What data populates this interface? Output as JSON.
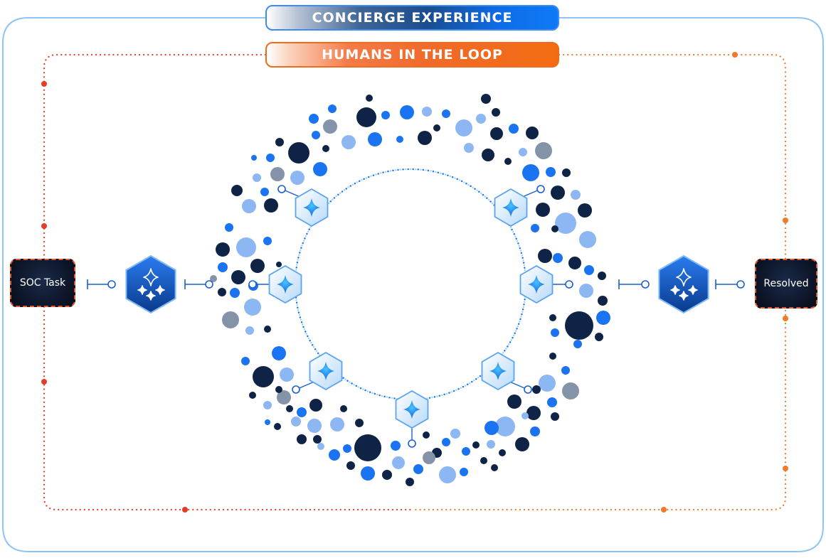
{
  "header": {
    "concierge_label": "CONCIERGE EXPERIENCE",
    "humans_label": "HUMANS IN THE LOOP"
  },
  "flow": {
    "start_label": "SOC Task",
    "end_label": "Resolved"
  },
  "colors": {
    "outer_frame": "#8fc4f5",
    "dotted_loop_red": "#e63b24",
    "dotted_loop_orange": "#f07a2a",
    "navy": "#0f2347",
    "bright_blue": "#1a73f0",
    "light_blue": "#8db7f3",
    "gray": "#8593a8",
    "agent_hex_dark": "#0d4fb3",
    "agent_hex_light": "#d9ecfc"
  },
  "icons": {
    "agent_icon": "sparkles-icon",
    "connector": "connector-pin-icon"
  }
}
